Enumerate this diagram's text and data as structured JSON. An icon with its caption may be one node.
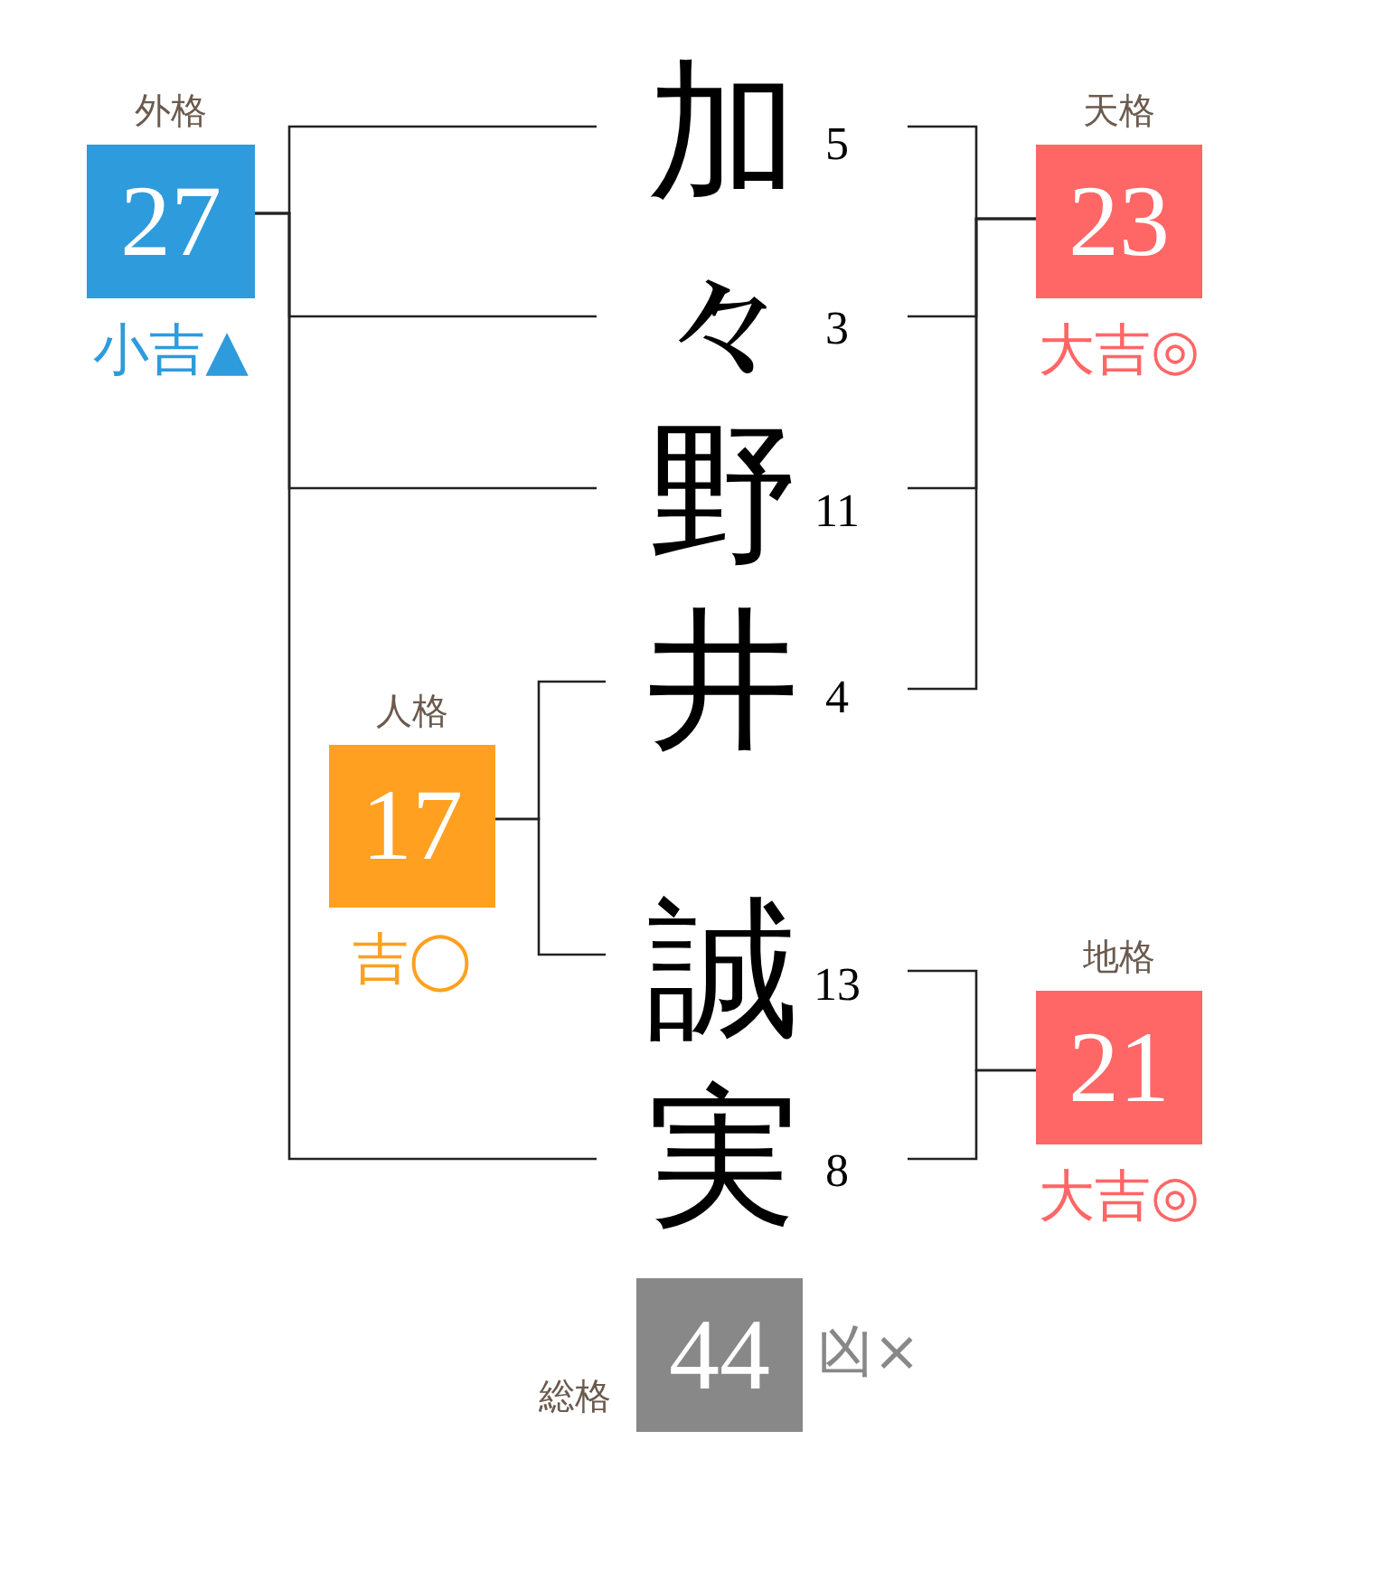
{
  "diagram": {
    "nodes": [
      {
        "text": [
          "外格",
          "27"
        ],
        "beside": [
          "小吉▲"
        ]
      },
      {
        "text": [
          "加"
        ],
        "beside": [
          "5"
        ]
      },
      {
        "text": [
          "天格",
          "23"
        ],
        "beside": [
          "大吉◎"
        ]
      },
      {
        "text": [
          "々"
        ],
        "beside": [
          "3"
        ]
      },
      {
        "text": [
          "野"
        ],
        "beside": [
          "11"
        ]
      },
      {
        "text": [
          "井"
        ],
        "beside": [
          "4"
        ]
      },
      {
        "text": [
          "人格",
          "17"
        ],
        "beside": [
          "吉◯"
        ]
      },
      {
        "text": [
          "誠"
        ],
        "beside": [
          "13"
        ]
      },
      {
        "text": [
          "地格",
          "21"
        ],
        "beside": [
          "大吉◎"
        ]
      },
      {
        "text": [
          "実"
        ],
        "beside": [
          "8"
        ]
      },
      {
        "text": [
          "総格",
          "44"
        ],
        "beside": [
          "凶×"
        ]
      }
    ],
    "edges": [
      {
        "from": 0,
        "to": 1,
        "arrow": "none"
      },
      {
        "from": 0,
        "to": 3,
        "arrow": "none"
      },
      {
        "from": 0,
        "to": 4,
        "arrow": "none"
      },
      {
        "from": 0,
        "to": 9,
        "arrow": "none"
      },
      {
        "from": 2,
        "to": 1,
        "arrow": "none"
      },
      {
        "from": 2,
        "to": 3,
        "arrow": "none"
      },
      {
        "from": 2,
        "to": 4,
        "arrow": "none"
      },
      {
        "from": 2,
        "to": 5,
        "arrow": "none"
      },
      {
        "from": 6,
        "to": 5,
        "arrow": "none"
      },
      {
        "from": 6,
        "to": 7,
        "arrow": "none"
      },
      {
        "from": 8,
        "to": 7,
        "arrow": "none"
      },
      {
        "from": 8,
        "to": 9,
        "arrow": "none"
      }
    ]
  }
}
